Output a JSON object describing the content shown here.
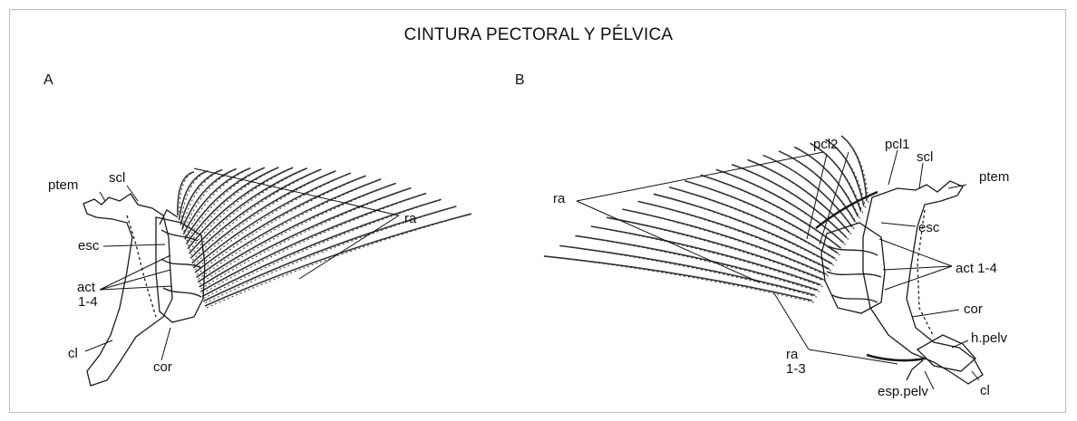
{
  "title": "CINTURA PECTORAL Y PÉLVICA",
  "panels": {
    "a": {
      "letter": "A",
      "labels": {
        "ptem": "ptem",
        "scl": "scl",
        "esc": "esc",
        "act": "act",
        "act_range": "1-4",
        "cl": "cl",
        "cor": "cor",
        "ra": "ra"
      }
    },
    "b": {
      "letter": "B",
      "labels": {
        "ra": "ra",
        "pcl2": "pcl2",
        "pcl1": "pcl1",
        "scl": "scl",
        "ptem": "ptem",
        "esc": "esc",
        "act": "act 1-4",
        "cor": "cor",
        "h_pelv": "h.pelv",
        "ra_small": "ra",
        "ra_small_range": "1-3",
        "esp_pelv": "esp.pelv",
        "cl": "cl"
      }
    }
  },
  "colors": {
    "line": "#1a1a1a",
    "ray": "#333333",
    "frame": "#bdbdbd"
  }
}
